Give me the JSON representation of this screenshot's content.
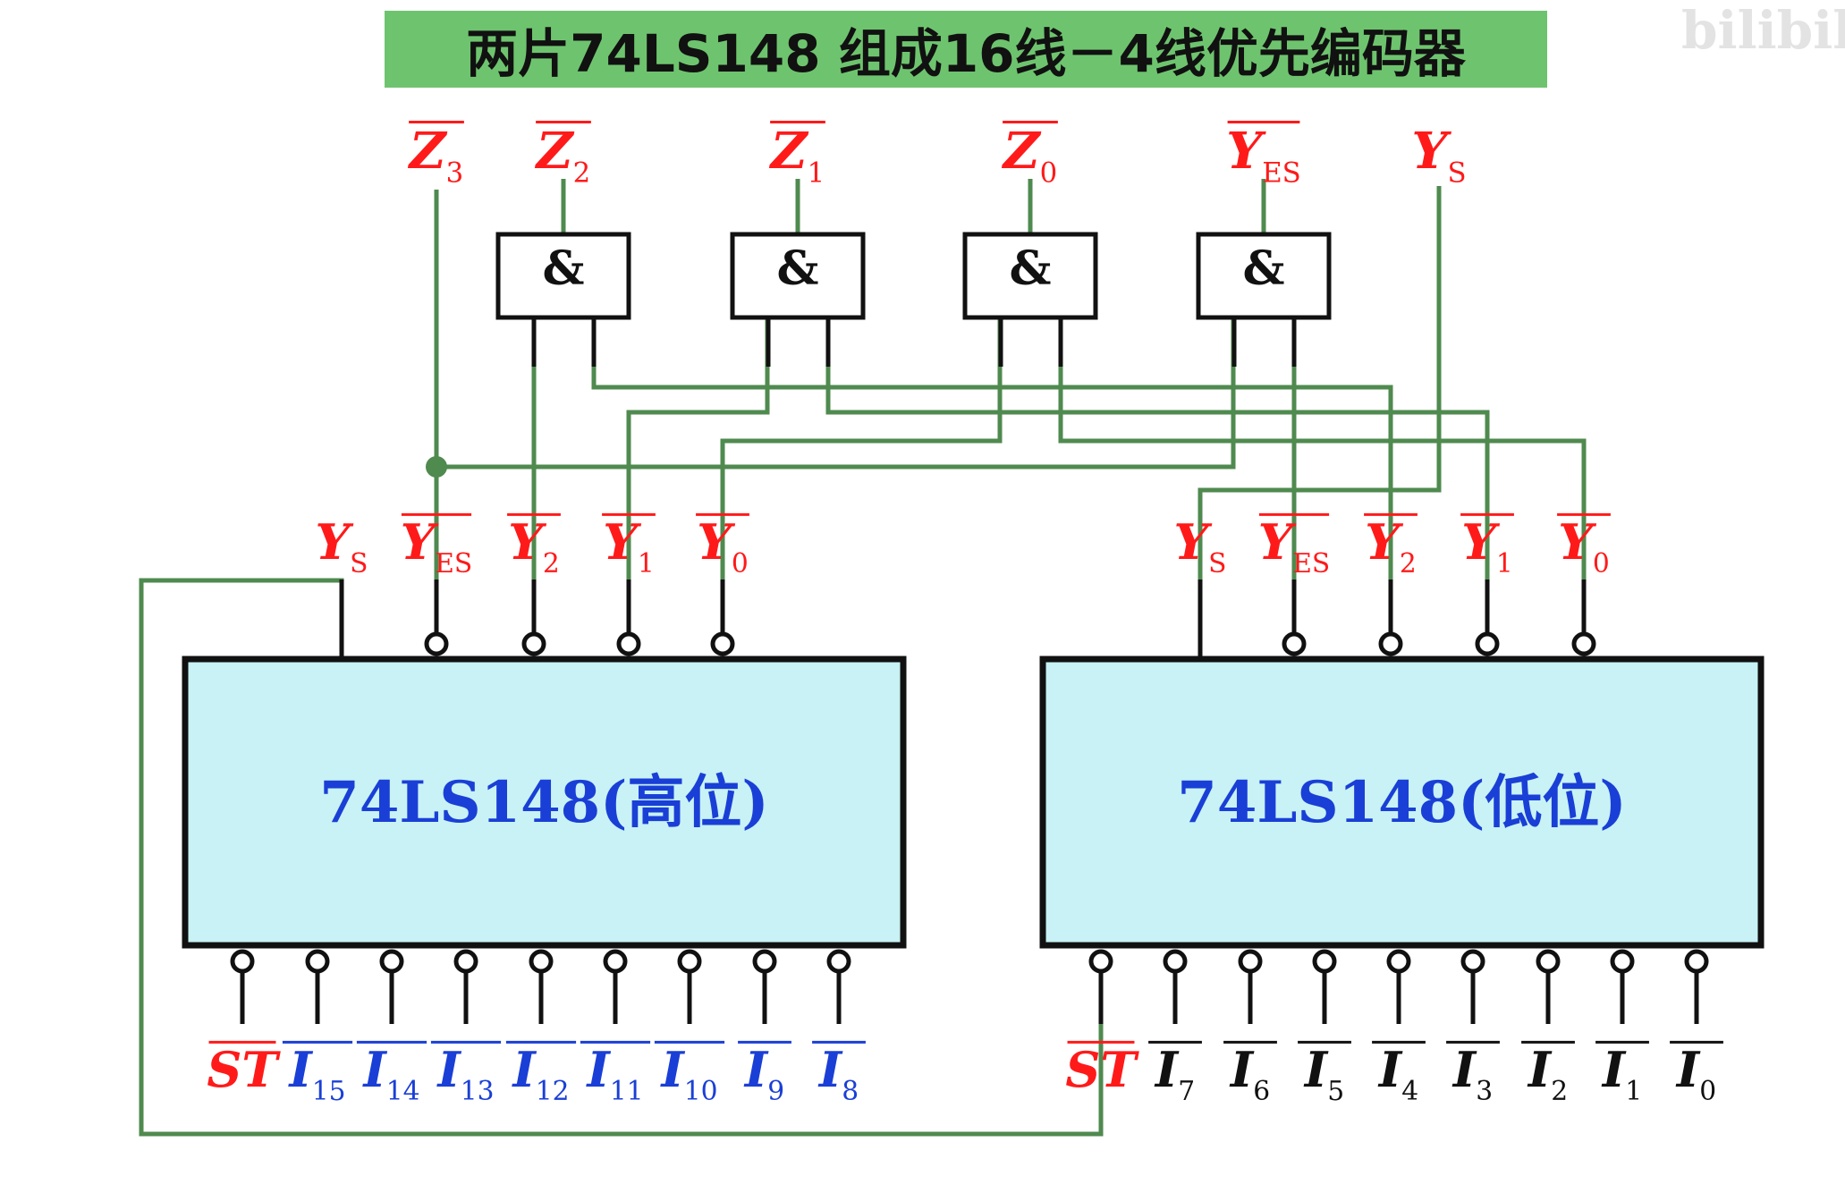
{
  "title": "两片74LS148 组成16线－4线优先编码器",
  "watermark": "bilibili",
  "colors": {
    "title_bg": "#6ec46e",
    "wire": "#4f8a4f",
    "chip_fill": "#c8f2f5",
    "chip_text": "#1a3fd6",
    "label_red": "#ff1a1a",
    "label_blue": "#1a3fd6",
    "label_black": "#111111"
  },
  "top_outputs": [
    {
      "base": "Z",
      "sub": "3",
      "bar": true
    },
    {
      "base": "Z",
      "sub": "2",
      "bar": true
    },
    {
      "base": "Z",
      "sub": "1",
      "bar": true
    },
    {
      "base": "Z",
      "sub": "0",
      "bar": true
    },
    {
      "base": "Y",
      "sub": "ES",
      "bar": true
    },
    {
      "base": "Y",
      "sub": "S",
      "bar": false
    }
  ],
  "gate_symbol": "&",
  "chips": [
    {
      "name": "74LS148(高位)",
      "outputs": [
        {
          "base": "Y",
          "sub": "S",
          "bar": false
        },
        {
          "base": "Y",
          "sub": "ES",
          "bar": true
        },
        {
          "base": "Y",
          "sub": "2",
          "bar": true
        },
        {
          "base": "Y",
          "sub": "1",
          "bar": true
        },
        {
          "base": "Y",
          "sub": "0",
          "bar": true
        }
      ],
      "inputs": [
        {
          "base": "ST",
          "sub": "",
          "bar": true,
          "color": "red"
        },
        {
          "base": "I",
          "sub": "15",
          "bar": true,
          "color": "blue"
        },
        {
          "base": "I",
          "sub": "14",
          "bar": true,
          "color": "blue"
        },
        {
          "base": "I",
          "sub": "13",
          "bar": true,
          "color": "blue"
        },
        {
          "base": "I",
          "sub": "12",
          "bar": true,
          "color": "blue"
        },
        {
          "base": "I",
          "sub": "11",
          "bar": true,
          "color": "blue"
        },
        {
          "base": "I",
          "sub": "10",
          "bar": true,
          "color": "blue"
        },
        {
          "base": "I",
          "sub": "9",
          "bar": true,
          "color": "blue"
        },
        {
          "base": "I",
          "sub": "8",
          "bar": true,
          "color": "blue"
        }
      ]
    },
    {
      "name": "74LS148(低位)",
      "outputs": [
        {
          "base": "Y",
          "sub": "S",
          "bar": false
        },
        {
          "base": "Y",
          "sub": "ES",
          "bar": true
        },
        {
          "base": "Y",
          "sub": "2",
          "bar": true
        },
        {
          "base": "Y",
          "sub": "1",
          "bar": true
        },
        {
          "base": "Y",
          "sub": "0",
          "bar": true
        }
      ],
      "inputs": [
        {
          "base": "ST",
          "sub": "",
          "bar": true,
          "color": "red"
        },
        {
          "base": "I",
          "sub": "7",
          "bar": true,
          "color": "black"
        },
        {
          "base": "I",
          "sub": "6",
          "bar": true,
          "color": "black"
        },
        {
          "base": "I",
          "sub": "5",
          "bar": true,
          "color": "black"
        },
        {
          "base": "I",
          "sub": "4",
          "bar": true,
          "color": "black"
        },
        {
          "base": "I",
          "sub": "3",
          "bar": true,
          "color": "black"
        },
        {
          "base": "I",
          "sub": "2",
          "bar": true,
          "color": "black"
        },
        {
          "base": "I",
          "sub": "1",
          "bar": true,
          "color": "black"
        },
        {
          "base": "I",
          "sub": "0",
          "bar": true,
          "color": "black"
        }
      ]
    }
  ]
}
